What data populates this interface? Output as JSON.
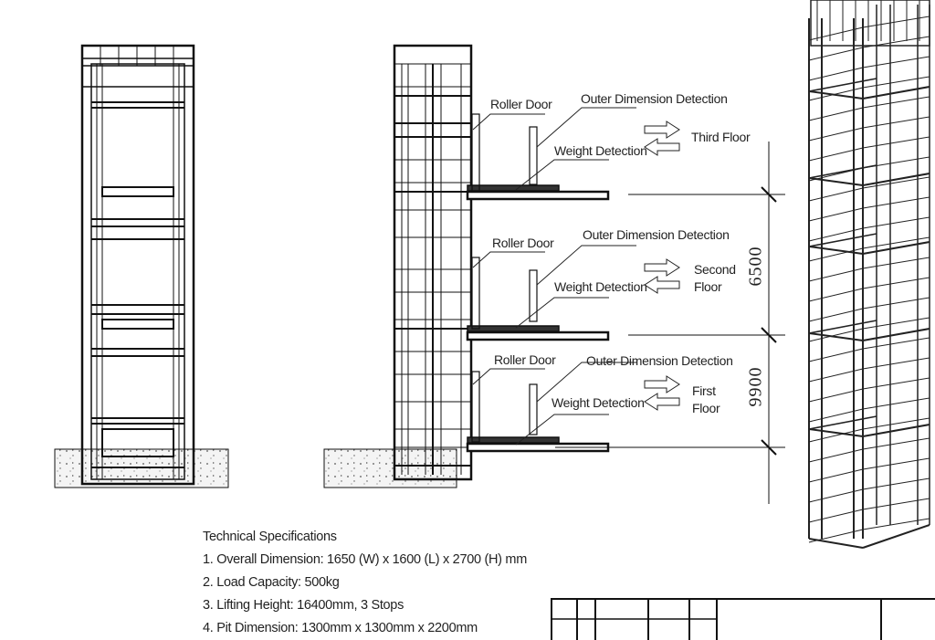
{
  "labels": {
    "roller_door": "Roller Door",
    "outer_dimension_detection": "Outer Dimension Detection",
    "weight_detection": "Weight Detection",
    "third_floor": "Third Floor",
    "second_floor_1": "Second",
    "second_floor_2": "Floor",
    "first_floor_1": "First",
    "first_floor_2": "Floor"
  },
  "dimensions": {
    "upper": "6500",
    "lower": "9900"
  },
  "specs": {
    "title": "Technical Specifications",
    "items": [
      "1. Overall Dimension: 1650 (W) x 1600 (L) x 2700 (H) mm",
      "2. Load Capacity: 500kg",
      "3. Lifting Height: 16400mm, 3 Stops",
      "4. Pit Dimension: 1300mm x 1300mm x 2200mm"
    ]
  }
}
